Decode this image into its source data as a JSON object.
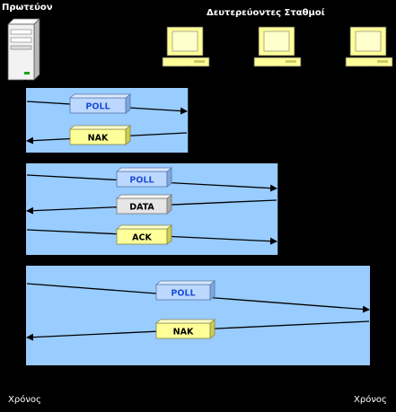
{
  "diagram": {
    "primary_label": "Πρωτεύον",
    "secondary_label": "Δευτερεύοντες Σταθμοί",
    "time_label_left": "Χρόνος",
    "time_label_right": "Χρόνος",
    "messages": [
      {
        "label": "POLL",
        "direction": "primary-to-secondary",
        "target_station": 1,
        "style": "poll"
      },
      {
        "label": "NAK",
        "direction": "secondary-to-primary",
        "target_station": 1,
        "style": "response"
      },
      {
        "label": "POLL",
        "direction": "primary-to-secondary",
        "target_station": 2,
        "style": "poll"
      },
      {
        "label": "DATA",
        "direction": "secondary-to-primary",
        "target_station": 2,
        "style": "data"
      },
      {
        "label": "ACK",
        "direction": "primary-to-secondary",
        "target_station": 2,
        "style": "response"
      },
      {
        "label": "POLL",
        "direction": "primary-to-secondary",
        "target_station": 3,
        "style": "poll"
      },
      {
        "label": "NAK",
        "direction": "secondary-to-primary",
        "target_station": 3,
        "style": "response"
      }
    ]
  },
  "colors": {
    "background": "#000000",
    "panel": "#99ccff",
    "poll_box": "#bcd8ff",
    "poll_text": "#1f4fd6",
    "response_box": "#ffff99",
    "data_box": "#e6e6e6",
    "monitor_case": "#ffff99",
    "server_case": "#f2f2f2"
  }
}
